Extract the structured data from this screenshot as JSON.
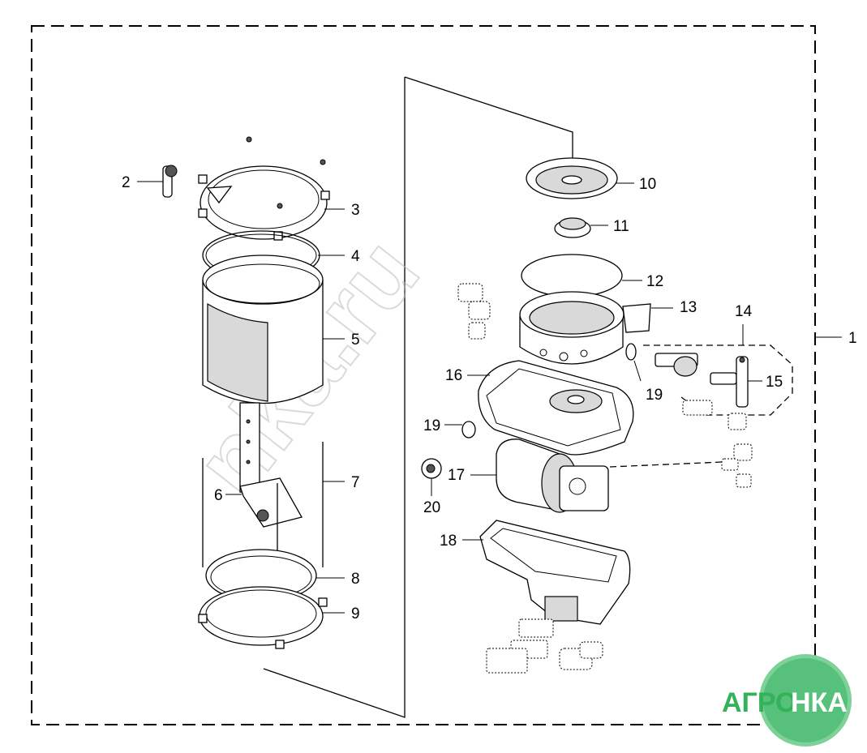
{
  "callouts": {
    "c1": "1",
    "c2": "2",
    "c3": "3",
    "c4": "4",
    "c5": "5",
    "c6": "6",
    "c7": "7",
    "c8": "8",
    "c9": "9",
    "c10": "10",
    "c11": "11",
    "c12": "12",
    "c13": "13",
    "c14": "14",
    "c15": "15",
    "c16": "16",
    "c17": "17",
    "c18": "18",
    "c19a": "19",
    "c19b": "19",
    "c20": "20"
  },
  "watermark": {
    "text": "nka.ru"
  },
  "logo": {
    "left": "АГРО",
    "right": "НКА",
    "color": "#33b25a",
    "badge_color": "#7fd19a"
  }
}
